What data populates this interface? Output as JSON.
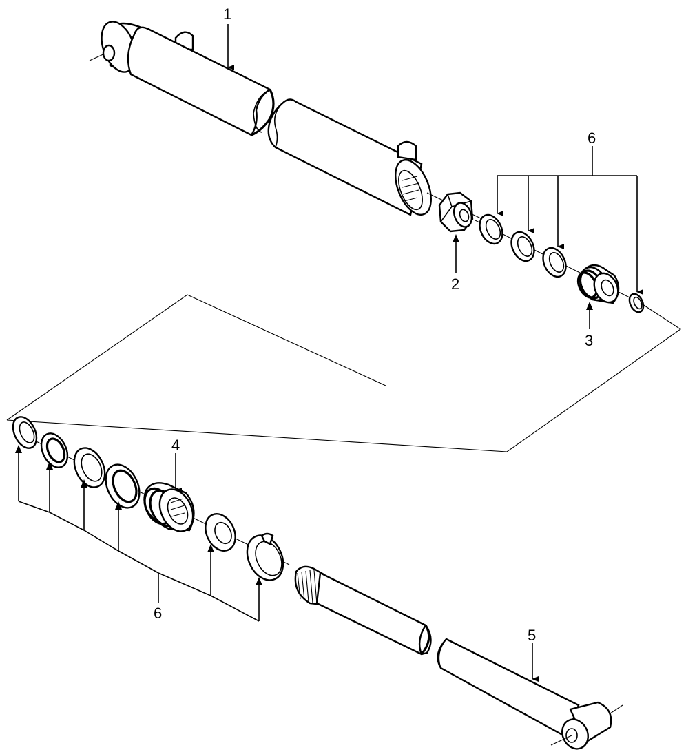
{
  "callouts": {
    "c1": "1",
    "c2": "2",
    "c3": "3",
    "c4": "4",
    "c5": "5",
    "c6_top": "6",
    "c6_bottom": "6"
  }
}
